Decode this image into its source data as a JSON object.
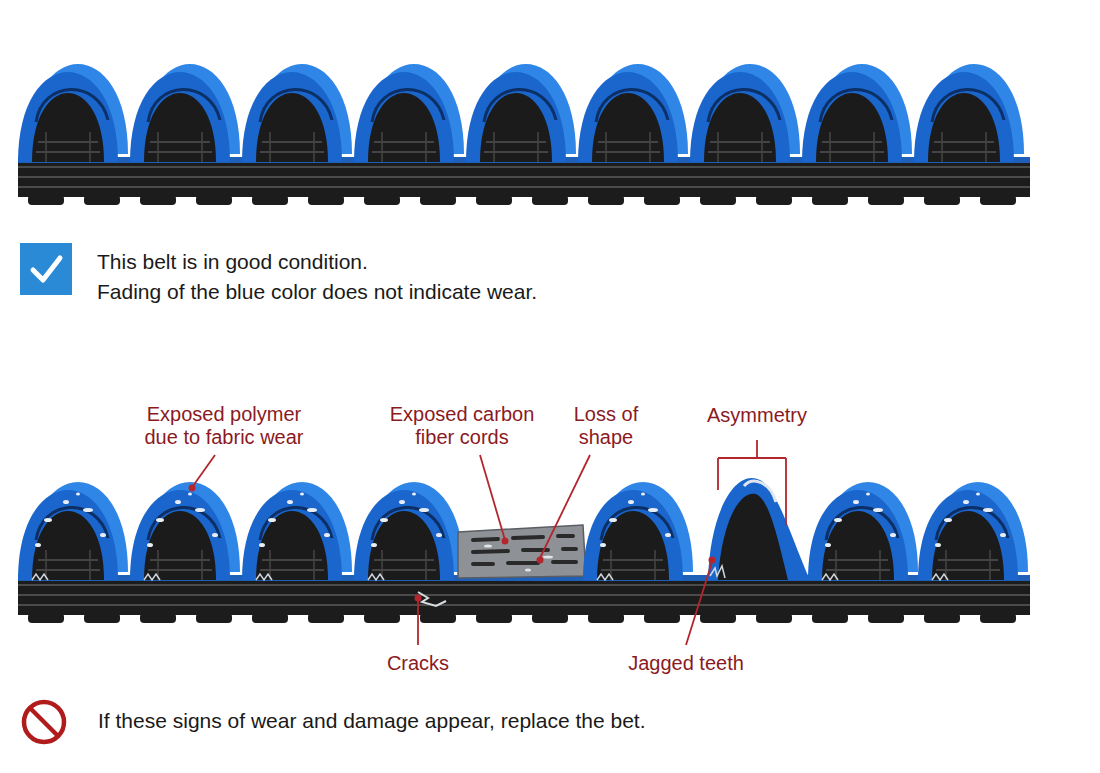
{
  "diagram": {
    "labels": [
      "This belt is in good condition.",
      "Fading of the blue color does not indicate wear.",
      "Exposed polymer due to fabric wear",
      "Exposed carbon fiber cords",
      "Loss of shape",
      "Asymmetry",
      "Cracks",
      "Jagged teeth",
      "If these signs of wear and damage appear, replace the bet."
    ]
  }
}
